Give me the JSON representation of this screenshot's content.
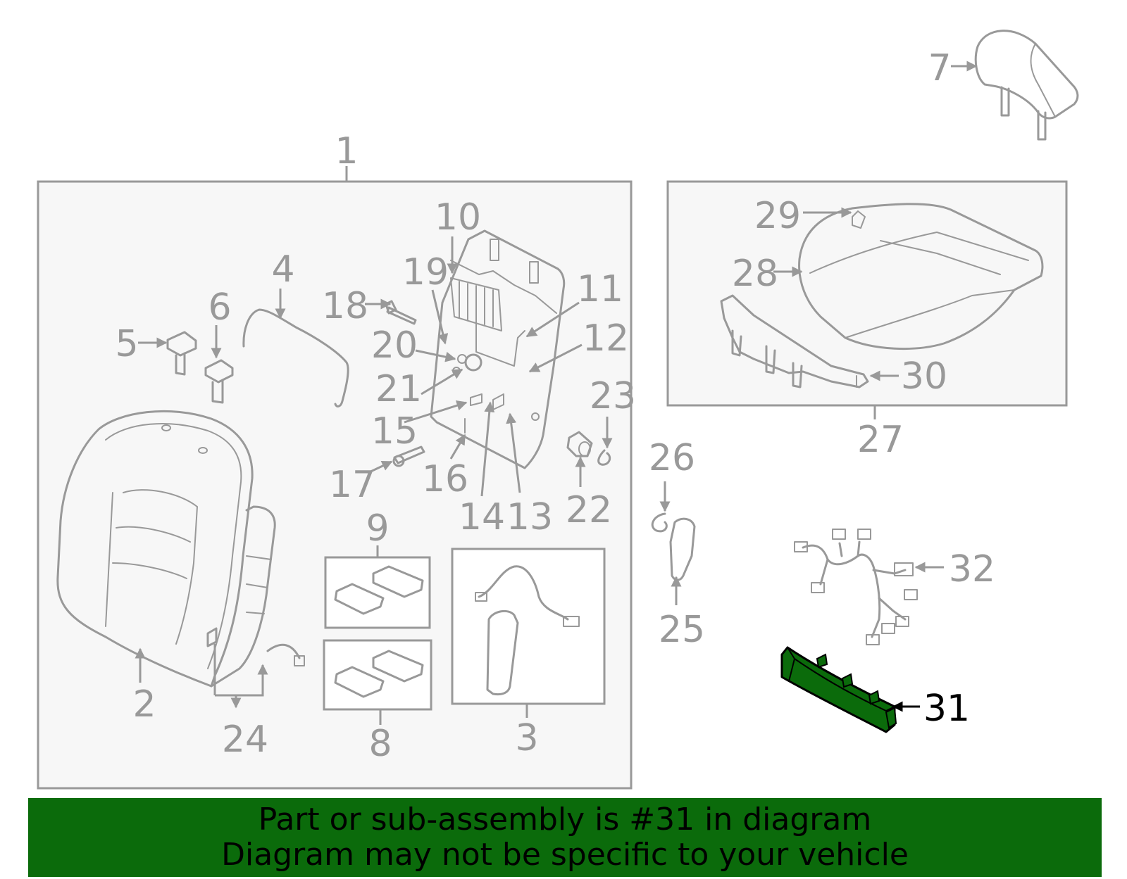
{
  "diagram": {
    "callouts": {
      "c1": "1",
      "c2": "2",
      "c3": "3",
      "c4": "4",
      "c5": "5",
      "c6": "6",
      "c7": "7",
      "c8": "8",
      "c9": "9",
      "c10": "10",
      "c11": "11",
      "c12": "12",
      "c13": "13",
      "c14": "14",
      "c15": "15",
      "c16": "16",
      "c17": "17",
      "c18": "18",
      "c19": "19",
      "c20": "20",
      "c21": "21",
      "c22": "22",
      "c23": "23",
      "c24": "24",
      "c25": "25",
      "c26": "26",
      "c27": "27",
      "c28": "28",
      "c29": "29",
      "c30": "30",
      "c31": "31",
      "c32": "32"
    },
    "highlighted_part": "31",
    "colors": {
      "line": "#999999",
      "highlight_fill": "#0b6b0b",
      "banner": "#0b6b0b",
      "box_fill": "#f7f7f7"
    }
  },
  "banner": {
    "line1": "Part or sub-assembly is #31 in diagram",
    "line2": "Diagram may not be specific to your vehicle"
  }
}
